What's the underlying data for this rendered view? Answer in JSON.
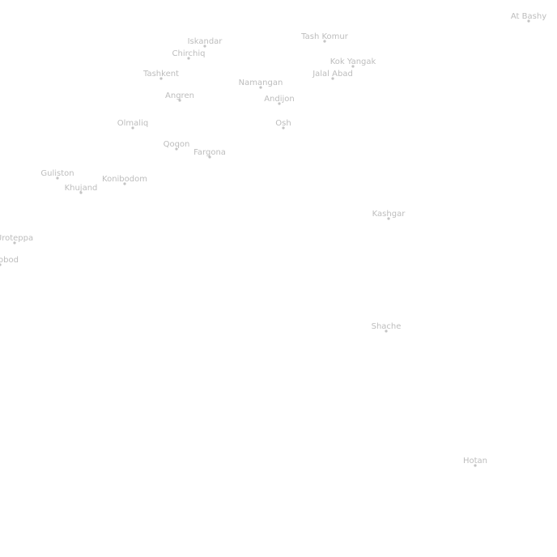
{
  "map": {
    "label_color": "#bdbdbd",
    "cities": [
      {
        "name": "At Bashy"
      },
      {
        "name": "Iskandar"
      },
      {
        "name": "Tash Komur"
      },
      {
        "name": "Chirchiq"
      },
      {
        "name": "Kok Yangak"
      },
      {
        "name": "Tashkent"
      },
      {
        "name": "Jalal Abad"
      },
      {
        "name": "Namangan"
      },
      {
        "name": "Angren"
      },
      {
        "name": "Andijon"
      },
      {
        "name": "Olmaliq"
      },
      {
        "name": "Osh"
      },
      {
        "name": "Qoqon"
      },
      {
        "name": "Fargona"
      },
      {
        "name": "Guliston"
      },
      {
        "name": "Konibodom"
      },
      {
        "name": "Khujand"
      },
      {
        "name": "Kashgar"
      },
      {
        "name": "Uroteppa"
      },
      {
        "name": "obod"
      },
      {
        "name": "Shache"
      },
      {
        "name": "Hotan"
      }
    ]
  }
}
